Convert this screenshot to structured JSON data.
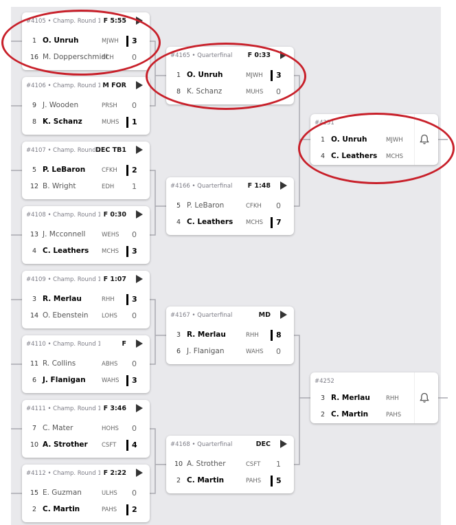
{
  "matches": [
    {
      "id": "#4105 • Champ. Round 1",
      "status": "F 5:55",
      "top": {
        "seed": "1",
        "name": "O. Unruh",
        "team": "MJWH",
        "score": "3",
        "win": true
      },
      "bottom": {
        "seed": "16",
        "name": "M. Dopperschmidt",
        "team": "SCH",
        "score": "0",
        "win": false
      }
    },
    {
      "id": "#4106 • Champ. Round 1",
      "status": "M FOR",
      "top": {
        "seed": "9",
        "name": "J. Wooden",
        "team": "PRSH",
        "score": "0",
        "win": false
      },
      "bottom": {
        "seed": "8",
        "name": "K. Schanz",
        "team": "MUHS",
        "score": "1",
        "win": true
      }
    },
    {
      "id": "#4107 • Champ. Round 1",
      "status": "DEC TB1",
      "top": {
        "seed": "5",
        "name": "P. LeBaron",
        "team": "CFKH",
        "score": "2",
        "win": true
      },
      "bottom": {
        "seed": "12",
        "name": "B. Wright",
        "team": "EDH",
        "score": "1",
        "win": false
      }
    },
    {
      "id": "#4108 • Champ. Round 1",
      "status": "F 0:30",
      "top": {
        "seed": "13",
        "name": "J. Mcconnell",
        "team": "WEHS",
        "score": "0",
        "win": false
      },
      "bottom": {
        "seed": "4",
        "name": "C. Leathers",
        "team": "MCHS",
        "score": "3",
        "win": true
      }
    },
    {
      "id": "#4109 • Champ. Round 1",
      "status": "F 1:07",
      "top": {
        "seed": "3",
        "name": "R. Merlau",
        "team": "RHH",
        "score": "3",
        "win": true
      },
      "bottom": {
        "seed": "14",
        "name": "O. Ebenstein",
        "team": "LOHS",
        "score": "0",
        "win": false
      }
    },
    {
      "id": "#4110 • Champ. Round 1",
      "status": "F",
      "top": {
        "seed": "11",
        "name": "R. Collins",
        "team": "ABHS",
        "score": "0",
        "win": false
      },
      "bottom": {
        "seed": "6",
        "name": "J. Flanigan",
        "team": "WAHS",
        "score": "3",
        "win": true
      }
    },
    {
      "id": "#4111 • Champ. Round 1",
      "status": "F 3:46",
      "top": {
        "seed": "7",
        "name": "C. Mater",
        "team": "HOHS",
        "score": "0",
        "win": false
      },
      "bottom": {
        "seed": "10",
        "name": "A. Strother",
        "team": "CSFT",
        "score": "4",
        "win": true
      }
    },
    {
      "id": "#4112 • Champ. Round 1",
      "status": "F 2:22",
      "top": {
        "seed": "15",
        "name": "E. Guzman",
        "team": "ULHS",
        "score": "0",
        "win": false
      },
      "bottom": {
        "seed": "2",
        "name": "C. Martin",
        "team": "PAHS",
        "score": "2",
        "win": true
      }
    },
    {
      "id": "#4165 • Quarterfinal",
      "status": "F 0:33",
      "top": {
        "seed": "1",
        "name": "O. Unruh",
        "team": "MJWH",
        "score": "3",
        "win": true
      },
      "bottom": {
        "seed": "8",
        "name": "K. Schanz",
        "team": "MUHS",
        "score": "0",
        "win": false
      }
    },
    {
      "id": "#4166 • Quarterfinal",
      "status": "F 1:48",
      "top": {
        "seed": "5",
        "name": "P. LeBaron",
        "team": "CFKH",
        "score": "0",
        "win": false
      },
      "bottom": {
        "seed": "4",
        "name": "C. Leathers",
        "team": "MCHS",
        "score": "7",
        "win": true
      }
    },
    {
      "id": "#4167 • Quarterfinal",
      "status": "MD",
      "top": {
        "seed": "3",
        "name": "R. Merlau",
        "team": "RHH",
        "score": "8",
        "win": true
      },
      "bottom": {
        "seed": "6",
        "name": "J. Flanigan",
        "team": "WAHS",
        "score": "0",
        "win": false
      }
    },
    {
      "id": "#4168 • Quarterfinal",
      "status": "DEC",
      "top": {
        "seed": "10",
        "name": "A. Strother",
        "team": "CSFT",
        "score": "1",
        "win": false
      },
      "bottom": {
        "seed": "2",
        "name": "C. Martin",
        "team": "PAHS",
        "score": "5",
        "win": true
      }
    },
    {
      "id": "#4251",
      "status": "",
      "top": {
        "seed": "1",
        "name": "O. Unruh",
        "team": "MJWH",
        "score": "",
        "win": true
      },
      "bottom": {
        "seed": "4",
        "name": "C. Leathers",
        "team": "MCHS",
        "score": "",
        "win": true
      }
    },
    {
      "id": "#4252",
      "status": "",
      "top": {
        "seed": "3",
        "name": "R. Merlau",
        "team": "RHH",
        "score": "",
        "win": true
      },
      "bottom": {
        "seed": "2",
        "name": "C. Martin",
        "team": "PAHS",
        "score": "",
        "win": true
      }
    }
  ],
  "colors": {
    "highlight_ring": "#c8202a",
    "winner_bar": "#000000",
    "canvas": "#e9e9ec"
  },
  "icons": {
    "match_action": "play-icon",
    "semifinal_action": "bell-icon"
  }
}
